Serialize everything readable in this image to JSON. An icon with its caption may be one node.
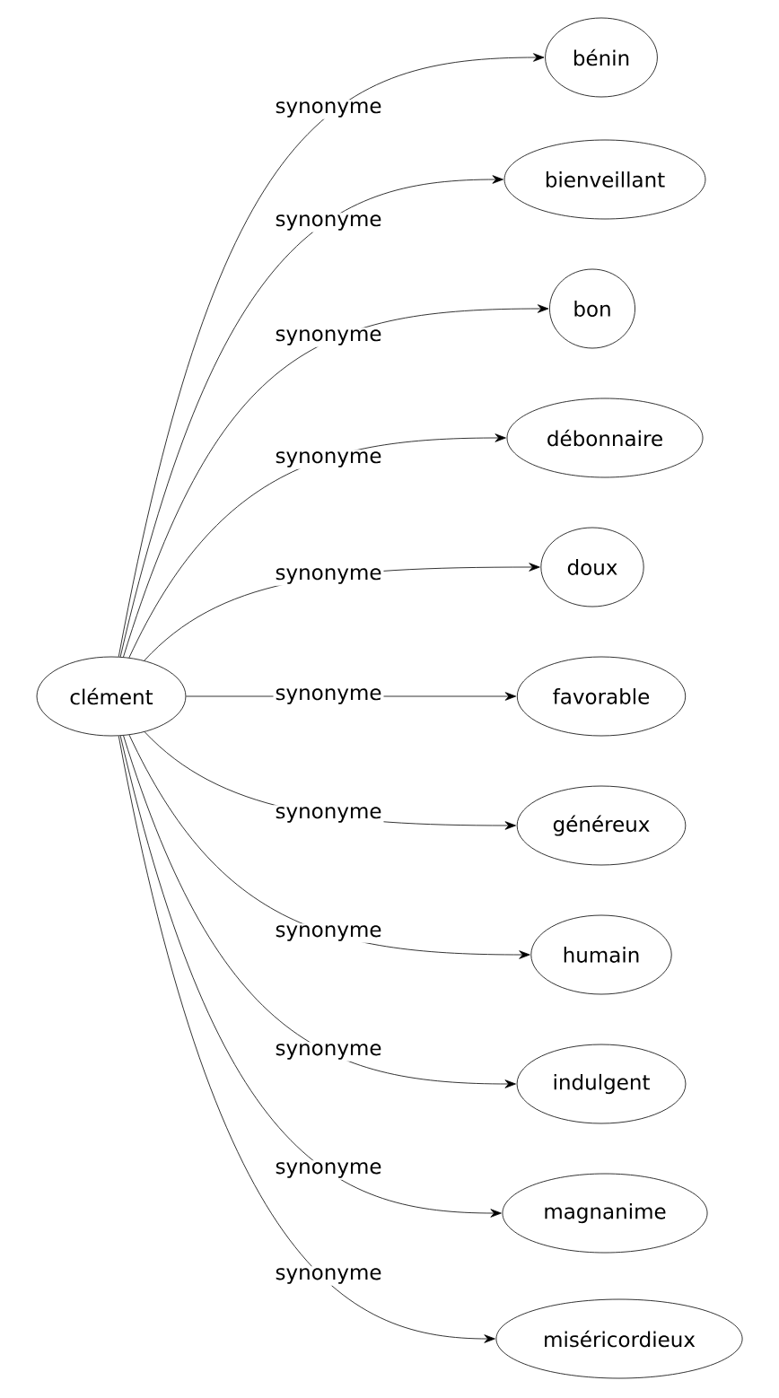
{
  "diagram": {
    "nodes": [
      {
        "text": [
          "clément"
        ]
      },
      {
        "text": [
          "bénin"
        ]
      },
      {
        "text": [
          "bienveillant"
        ]
      },
      {
        "text": [
          "bon"
        ]
      },
      {
        "text": [
          "débonnaire"
        ]
      },
      {
        "text": [
          "doux"
        ]
      },
      {
        "text": [
          "favorable"
        ]
      },
      {
        "text": [
          "généreux"
        ]
      },
      {
        "text": [
          "humain"
        ]
      },
      {
        "text": [
          "indulgent"
        ]
      },
      {
        "text": [
          "magnanime"
        ]
      },
      {
        "text": [
          "miséricordieux"
        ]
      }
    ],
    "edges": [
      {
        "from": 0,
        "to": 1,
        "arrow": "to",
        "label": "synonyme"
      },
      {
        "from": 0,
        "to": 2,
        "arrow": "to",
        "label": "synonyme"
      },
      {
        "from": 0,
        "to": 3,
        "arrow": "to",
        "label": "synonyme"
      },
      {
        "from": 0,
        "to": 4,
        "arrow": "to",
        "label": "synonyme"
      },
      {
        "from": 0,
        "to": 5,
        "arrow": "to",
        "label": "synonyme"
      },
      {
        "from": 0,
        "to": 6,
        "arrow": "to",
        "label": "synonyme"
      },
      {
        "from": 0,
        "to": 7,
        "arrow": "to",
        "label": "synonyme"
      },
      {
        "from": 0,
        "to": 8,
        "arrow": "to",
        "label": "synonyme"
      },
      {
        "from": 0,
        "to": 9,
        "arrow": "to",
        "label": "synonyme"
      },
      {
        "from": 0,
        "to": 10,
        "arrow": "to",
        "label": "synonyme"
      },
      {
        "from": 0,
        "to": 11,
        "arrow": "to",
        "label": "synonyme"
      }
    ]
  }
}
